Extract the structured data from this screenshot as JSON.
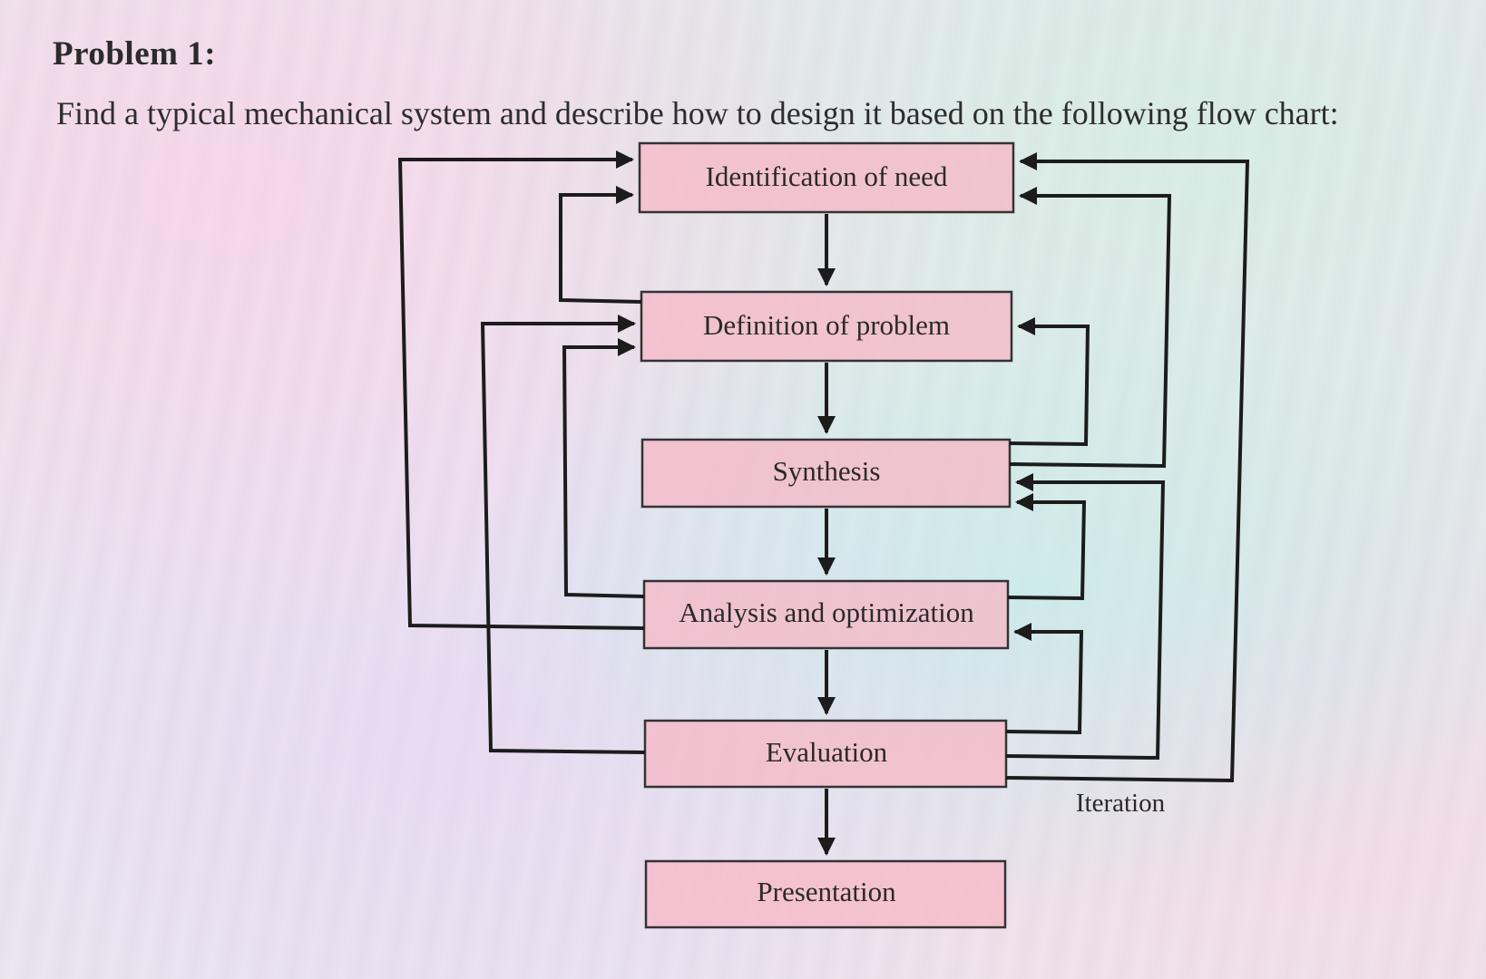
{
  "header": {
    "title": "Problem 1:",
    "instruction": "Find a typical mechanical system and describe how to design it based on the following flow chart:"
  },
  "flowchart": {
    "steps": [
      {
        "id": "identification",
        "label": "Identification of need"
      },
      {
        "id": "definition",
        "label": "Definition of problem"
      },
      {
        "id": "synthesis",
        "label": "Synthesis"
      },
      {
        "id": "analysis",
        "label": "Analysis and optimization"
      },
      {
        "id": "evaluation",
        "label": "Evaluation"
      },
      {
        "id": "presentation",
        "label": "Presentation"
      }
    ],
    "feedback_label": "Iteration"
  },
  "colors": {
    "box_fill": "#f6b8c8",
    "line": "#1c1c1c"
  }
}
